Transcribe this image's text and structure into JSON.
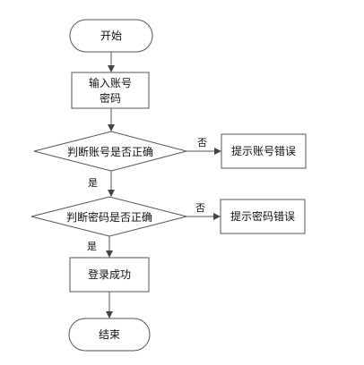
{
  "nodes": {
    "start": "开始",
    "input_line1": "输入账号",
    "input_line2": "密码",
    "check_account": "判断账号是否正确",
    "account_error": "提示账号错误",
    "check_password": "判断密码是否正确",
    "password_error": "提示密码错误",
    "login_success": "登录成功",
    "end": "结束"
  },
  "edges": {
    "account_no": "否",
    "account_yes": "是",
    "password_no": "否",
    "password_yes": "是"
  },
  "colors": {
    "stroke": "#555555",
    "arrow": "#444444",
    "text": "#111111",
    "background": "#ffffff"
  }
}
